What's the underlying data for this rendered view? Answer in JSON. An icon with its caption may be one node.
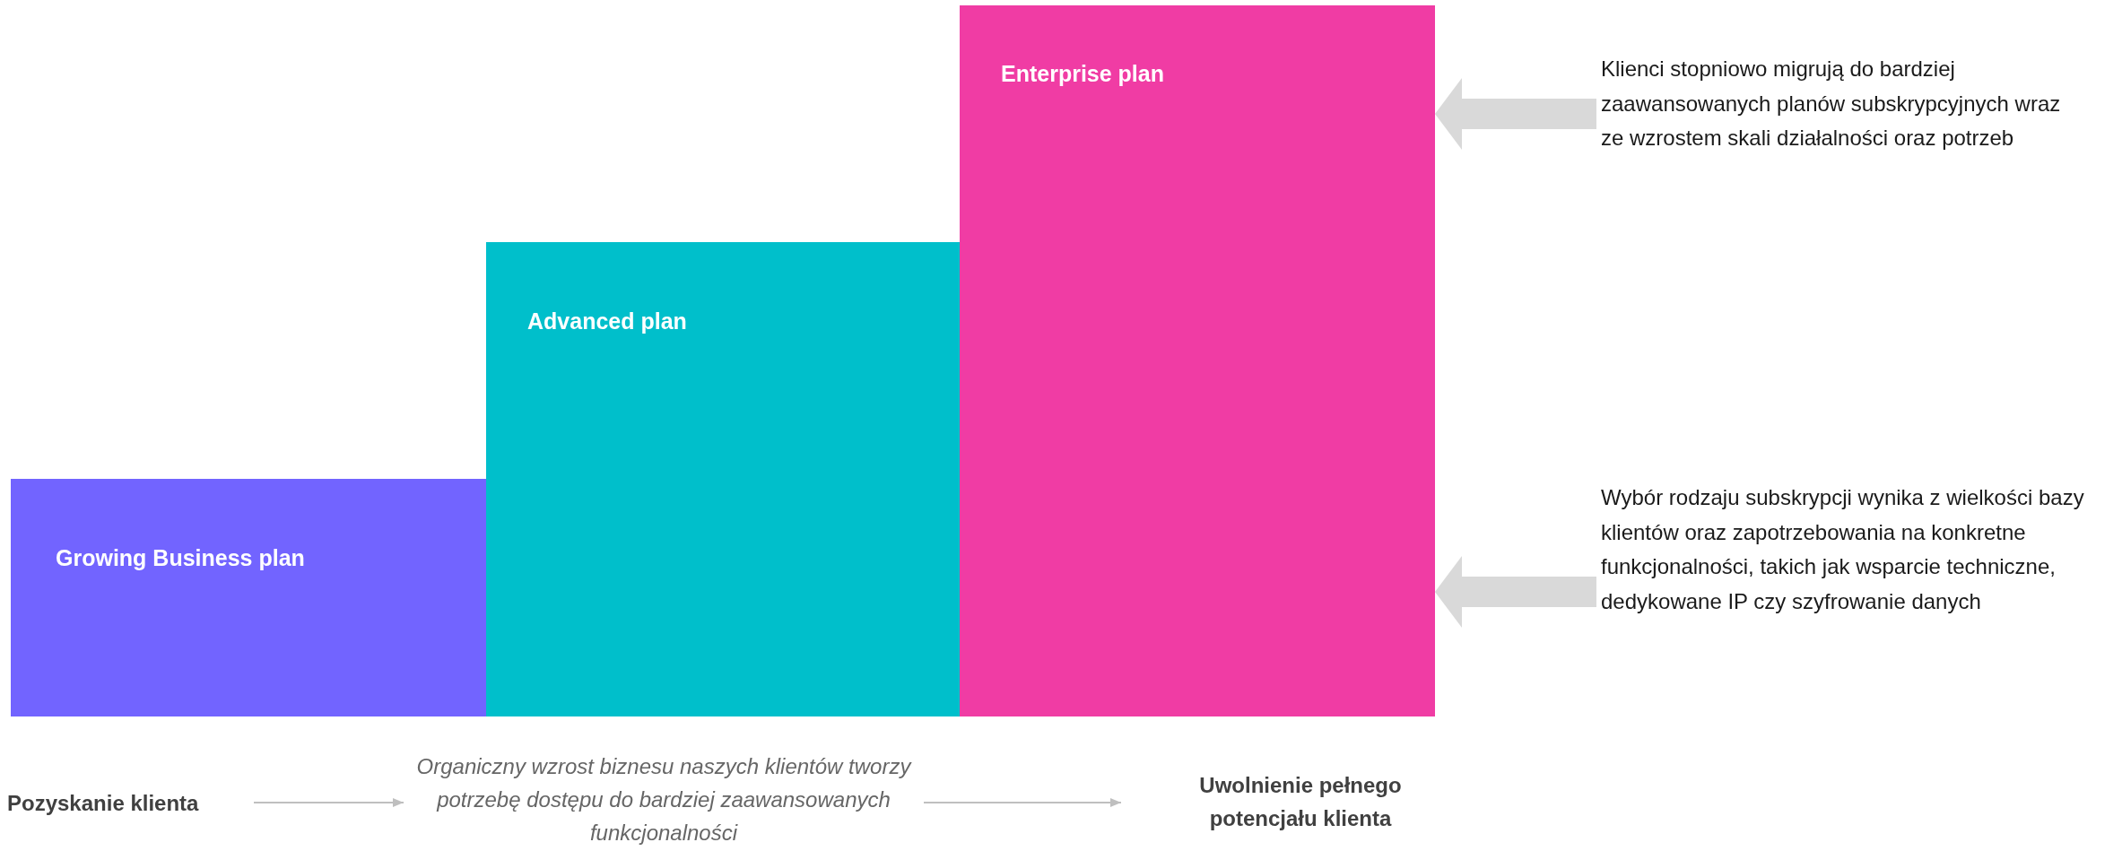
{
  "diagram": {
    "nodes": [
      {
        "text": [
          "Growing Business plan"
        ]
      },
      {
        "text": [
          "Advanced plan"
        ]
      },
      {
        "text": [
          "Enterprise plan"
        ]
      },
      {
        "text": [
          "Klienci stopniowo migrują do bardziej zaawansowanych planów subskrypcyjnych wraz ze wzrostem skali działalności oraz potrzeb"
        ]
      },
      {
        "text": [
          "Wybór rodzaju subskrypcji wynika z wielkości bazy klientów oraz zapotrzebowania na konkretne funkcjonalności, takich jak wsparcie techniczne, dedykowane IP czy szyfrowanie danych"
        ]
      },
      {
        "text": [
          "Pozyskanie klienta"
        ]
      },
      {
        "text": [
          "Organiczny wzrost biznesu naszych klientów tworzy potrzebę dostępu do bardziej zaawansowanych funkcjonalności"
        ]
      },
      {
        "text": [
          "Uwolnienie pełnego potencjału klienta"
        ]
      }
    ],
    "edges": [
      {
        "from": 3,
        "to": 2,
        "arrow": "to",
        "style": "thick"
      },
      {
        "from": 4,
        "to": 2,
        "arrow": "to",
        "style": "thick"
      },
      {
        "from": 5,
        "to": 6,
        "arrow": "to"
      },
      {
        "from": 6,
        "to": 7,
        "arrow": "to"
      }
    ]
  }
}
